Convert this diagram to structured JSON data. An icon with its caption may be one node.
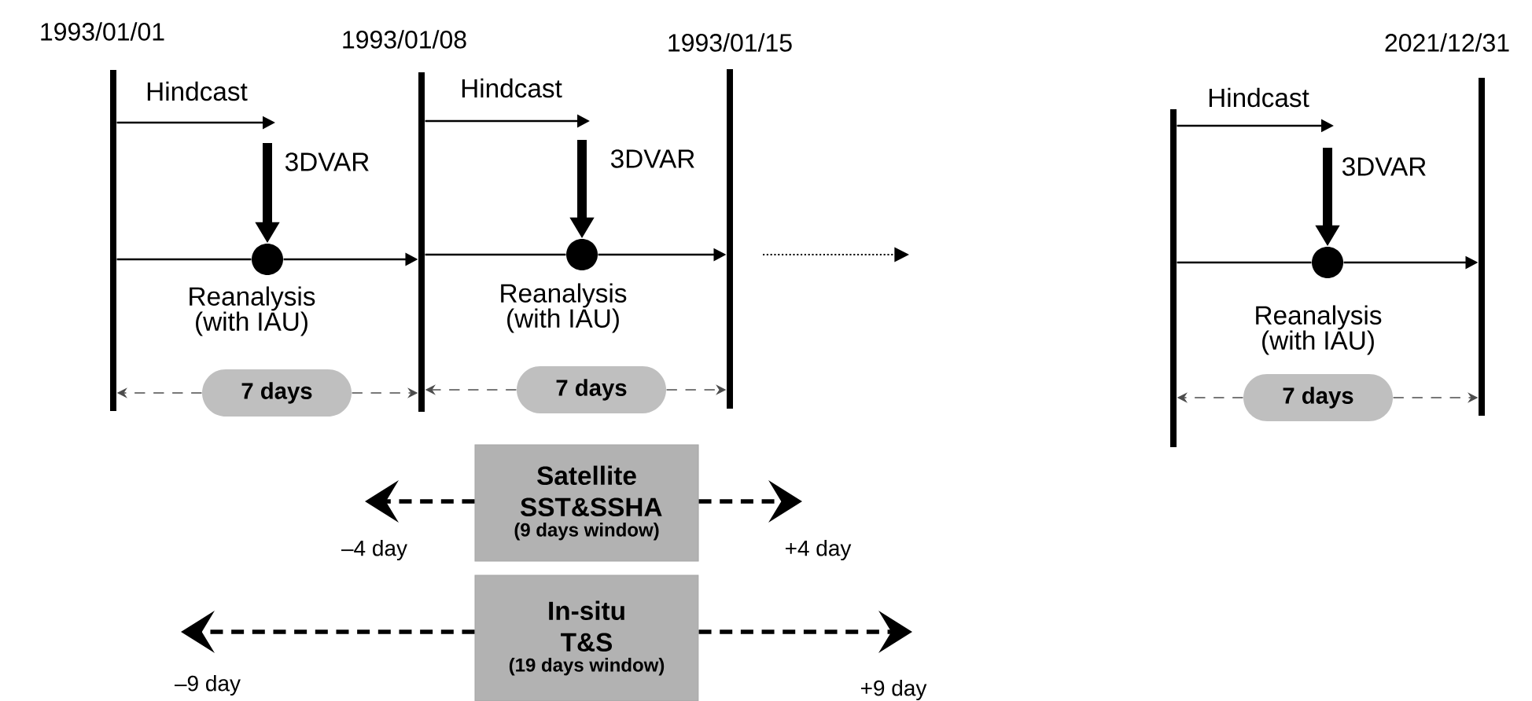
{
  "diagram": {
    "nodes": [
      {
        "text": [],
        "shape": "bar",
        "beside": [
          "1993/01/01"
        ]
      },
      {
        "text": [],
        "shape": "bar",
        "beside": [
          "1993/01/08"
        ]
      },
      {
        "text": [],
        "shape": "bar",
        "beside": [
          "1993/01/15"
        ]
      },
      {
        "text": [],
        "shape": "bar"
      },
      {
        "text": [],
        "shape": "bar",
        "beside": [
          "2021/12/31"
        ]
      },
      {
        "text": [],
        "shape": "circle",
        "beside": [
          "Reanalysis (with IAU)"
        ]
      },
      {
        "text": [],
        "shape": "circle",
        "beside": [
          "Reanalysis (with IAU)"
        ]
      },
      {
        "text": [],
        "shape": "circle",
        "beside": [
          "Reanalysis (with IAU)"
        ]
      },
      {
        "text": [
          "7 days"
        ]
      },
      {
        "text": [
          "7 days"
        ]
      },
      {
        "text": [
          "7 days"
        ]
      },
      {
        "text": [
          "Satellite SST&SSHA",
          "(9 days window)"
        ]
      },
      {
        "text": [
          "In-situ T&S",
          "(19 days window)"
        ]
      }
    ],
    "edges": [
      {
        "from": 0,
        "to": 5,
        "arrow": "none"
      },
      {
        "from": 5,
        "to": 1,
        "arrow": "to"
      },
      {
        "from": 1,
        "to": 6,
        "arrow": "none"
      },
      {
        "from": 6,
        "to": 2,
        "arrow": "to"
      },
      {
        "from": 3,
        "to": 7,
        "arrow": "none"
      },
      {
        "from": 7,
        "to": 4,
        "arrow": "to"
      },
      {
        "from": 0,
        "to": null,
        "arrow": "to",
        "label": "Hindcast"
      },
      {
        "from": 1,
        "to": null,
        "arrow": "to",
        "label": "Hindcast"
      },
      {
        "from": 3,
        "to": null,
        "arrow": "to",
        "label": "Hindcast"
      },
      {
        "from": null,
        "to": 5,
        "arrow": "to",
        "label": "3DVAR",
        "style": "thick"
      },
      {
        "from": null,
        "to": 6,
        "arrow": "to",
        "label": "3DVAR",
        "style": "thick"
      },
      {
        "from": null,
        "to": 7,
        "arrow": "to",
        "label": "3DVAR",
        "style": "thick"
      },
      {
        "from": 8,
        "to": 0,
        "arrow": "to",
        "style": "dashed"
      },
      {
        "from": 8,
        "to": 1,
        "arrow": "to",
        "style": "dashed"
      },
      {
        "from": 9,
        "to": 1,
        "arrow": "to",
        "style": "dashed"
      },
      {
        "from": 9,
        "to": 2,
        "arrow": "to",
        "style": "dashed"
      },
      {
        "from": 10,
        "to": 3,
        "arrow": "to",
        "style": "dashed"
      },
      {
        "from": 10,
        "to": 4,
        "arrow": "to",
        "style": "dashed"
      },
      {
        "from": 11,
        "to": null,
        "arrow": "to",
        "style": "dashed"
      },
      {
        "from": 11,
        "to": null,
        "arrow": "to",
        "style": "dashed"
      },
      {
        "from": 12,
        "to": null,
        "arrow": "to",
        "style": "dashed"
      },
      {
        "from": 12,
        "to": null,
        "arrow": "to",
        "style": "dashed"
      }
    ],
    "labels": [
      "–4 day",
      "+4 day",
      "–9 day",
      "+9 day"
    ]
  }
}
